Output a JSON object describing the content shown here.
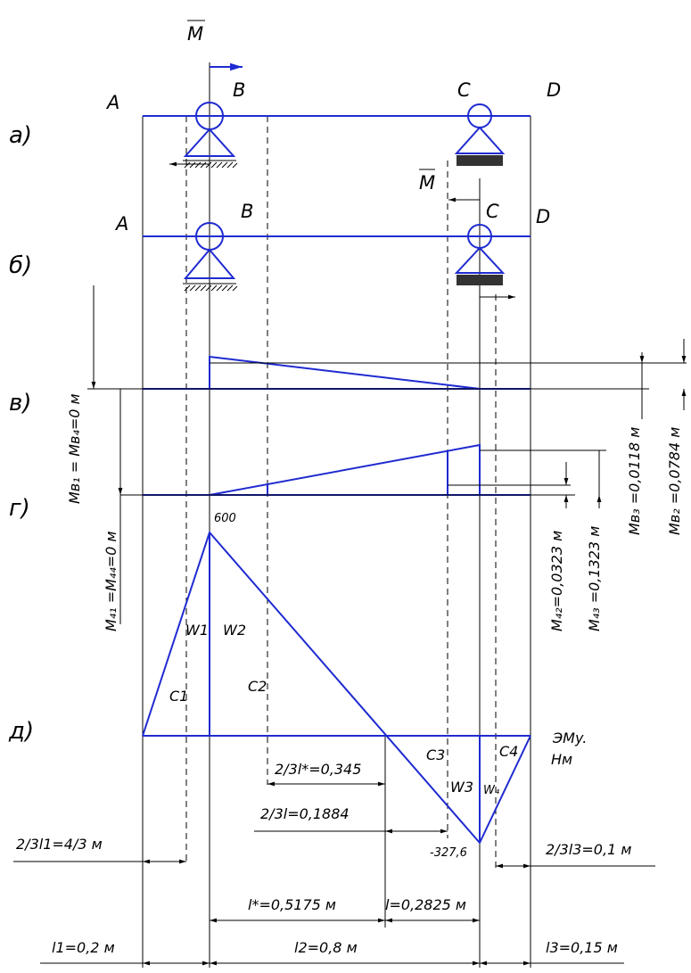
{
  "labels": {
    "moment_symbol": "M",
    "points": {
      "A": "A",
      "B": "B",
      "C": "C",
      "D": "D"
    },
    "part_a": "а)",
    "part_b": "б)",
    "part_v": "в)",
    "part_g": "г)",
    "part_d": "д)"
  },
  "annotations": {
    "mb_zero": "Mв₁ = Mв₄=0 м",
    "mg_zero": "M₄₁ =M₄₄=0 м",
    "mv3": "Mв₃ =0,0118 м",
    "mv2": "Mв₂ =0,0784 м",
    "mg2": "M₄₂=0,0323 м",
    "mg3": "M₄₃ =0,1323 м",
    "peak": "600",
    "trough": "-327,6",
    "w1": "W1",
    "w2": "W2",
    "w3": "W3",
    "w4": "W₄",
    "c1": "C1",
    "c2": "C2",
    "c3": "C3",
    "c4": "C4",
    "emu_1": "ЭMy.",
    "emu_2": "Hм"
  },
  "dimensions": {
    "d_l_star_23": "2/3l*=0,345",
    "d_l_23": "2/3l=0,1884",
    "d_l1_23": "2/3l1=4/3 м",
    "d_l3_23": "2/3l3=0,1 м",
    "l_star": "l*=0,5175 м",
    "l": "l=0,2825 м",
    "l1": "l1=0,2 м",
    "l2": "l2=0,8 м",
    "l3": "l3=0,15 м"
  },
  "colors": {
    "beam": "#1f2bd0",
    "lines": "#000000"
  }
}
